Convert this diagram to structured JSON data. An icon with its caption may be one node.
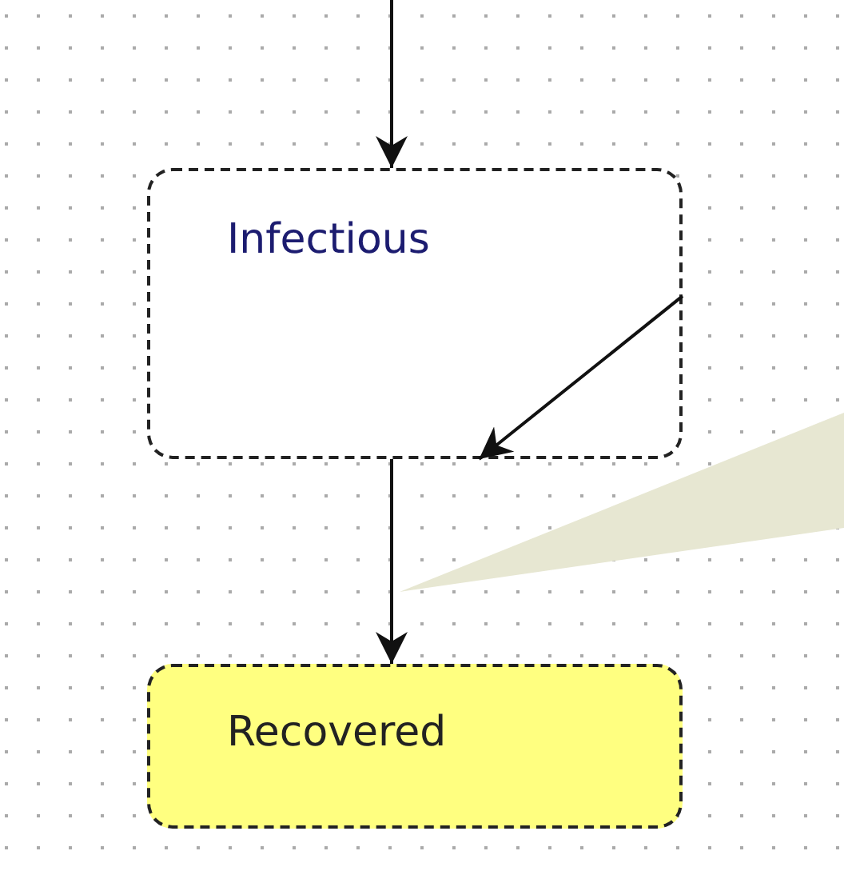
{
  "diagram": {
    "nodes": [
      {
        "text": [
          "Infectious"
        ]
      },
      {
        "text": [
          "Recovered"
        ]
      },
      {
        "text": [],
        "shape": "callout"
      }
    ],
    "edges": [
      {
        "from": null,
        "to": 0,
        "arrow": "to"
      },
      {
        "from": 0,
        "to": 0,
        "arrow": "to"
      },
      {
        "from": 0,
        "to": 1,
        "arrow": "to"
      }
    ]
  }
}
